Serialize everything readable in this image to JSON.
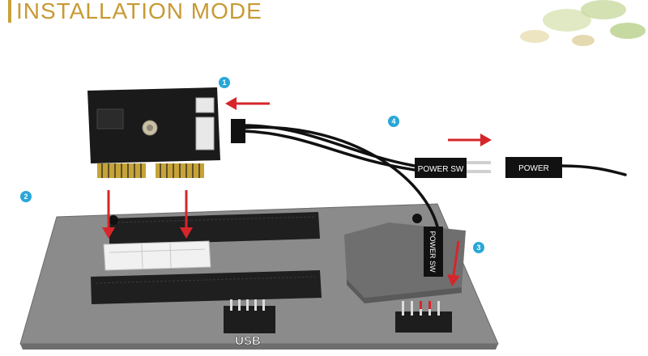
{
  "header": {
    "title": "INSTALLATION MODE"
  },
  "steps": [
    "1",
    "2",
    "3",
    "4"
  ],
  "labels": {
    "power_sw_horizontal": "POWER SW",
    "power": "POWER",
    "power_sw_vertical": "POWER SW",
    "usb": "USB"
  },
  "colors": {
    "accent_gold": "#c89a34",
    "step_blue": "#29a7d8",
    "arrow_red": "#d6262b",
    "board_gray": "#8d8d8d"
  }
}
